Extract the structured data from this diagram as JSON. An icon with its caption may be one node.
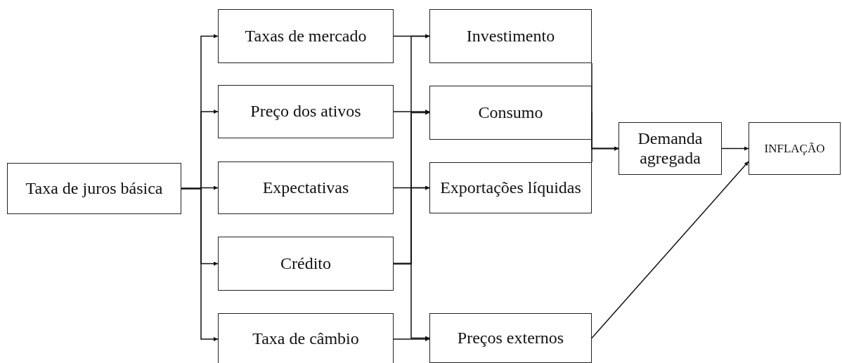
{
  "diagram": {
    "nodes": [
      {
        "text": [
          "Taxa de juros básica"
        ]
      },
      {
        "text": [
          "Taxas de mercado"
        ]
      },
      {
        "text": [
          "Preço dos ativos"
        ]
      },
      {
        "text": [
          "Expectativas"
        ]
      },
      {
        "text": [
          "Crédito"
        ]
      },
      {
        "text": [
          "Taxa de câmbio"
        ]
      },
      {
        "text": [
          "Investimento"
        ]
      },
      {
        "text": [
          "Consumo"
        ]
      },
      {
        "text": [
          "Exportações líquidas"
        ]
      },
      {
        "text": [
          "Preços externos"
        ]
      },
      {
        "text": [
          "Demanda agregada"
        ]
      },
      {
        "text": [
          "INFLAÇÃO"
        ]
      }
    ],
    "edges": [
      {
        "from": 0,
        "to": 1,
        "arrow": "to"
      },
      {
        "from": 0,
        "to": 2,
        "arrow": "to"
      },
      {
        "from": 0,
        "to": 3,
        "arrow": "to"
      },
      {
        "from": 0,
        "to": 4,
        "arrow": "to"
      },
      {
        "from": 0,
        "to": 5,
        "arrow": "to"
      },
      {
        "from": 1,
        "to": 6,
        "arrow": "to"
      },
      {
        "from": 2,
        "to": 7,
        "arrow": "to"
      },
      {
        "from": 3,
        "to": 8,
        "arrow": "to"
      },
      {
        "from": 4,
        "to": 6,
        "arrow": "to"
      },
      {
        "from": 4,
        "to": 7,
        "arrow": "to"
      },
      {
        "from": 4,
        "to": 8,
        "arrow": "to"
      },
      {
        "from": 4,
        "to": 9,
        "arrow": "to"
      },
      {
        "from": 5,
        "to": 9,
        "arrow": "to"
      },
      {
        "from": 6,
        "to": 10,
        "arrow": "to"
      },
      {
        "from": 7,
        "to": 10,
        "arrow": "to"
      },
      {
        "from": 8,
        "to": 10,
        "arrow": "to"
      },
      {
        "from": 10,
        "to": 11,
        "arrow": "to"
      },
      {
        "from": 9,
        "to": 11,
        "arrow": "to"
      }
    ]
  }
}
